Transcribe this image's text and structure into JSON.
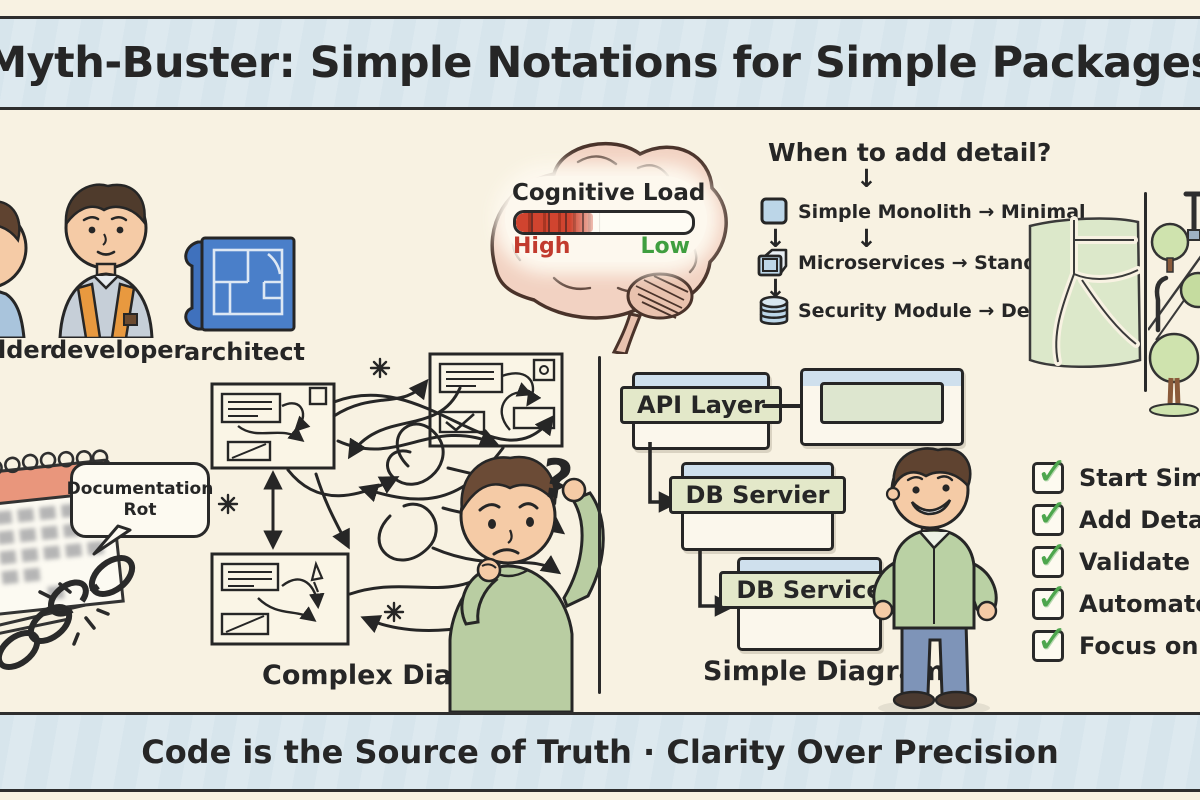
{
  "header": {
    "title": "Myth-Buster: Simple Notations for Simple Packages"
  },
  "footer": {
    "tagline": "Code is the Source of Truth · Clarity Over Precision"
  },
  "roles": {
    "builder_label_truncated": "lder",
    "developer_label": "developer",
    "architect_label": "architect"
  },
  "cognitive_load": {
    "title": "Cognitive Load",
    "high_label": "High",
    "low_label": "Low",
    "meter_fill_percent": 44,
    "high_color": "#c23b2e",
    "low_color": "#3f9e3f"
  },
  "when_to_add_detail": {
    "title": "When to add detail?",
    "down_arrow": "↓",
    "rows": [
      {
        "icon": "monolith-square-icon",
        "label": "Simple Monolith → Minimal"
      },
      {
        "icon": "microservices-cube-icon",
        "label": "Microservices → Standard"
      },
      {
        "icon": "security-database-icon",
        "label": "Security Module → Detailed"
      }
    ]
  },
  "documentation_rot": {
    "bubble_text": "Documentation Rot"
  },
  "complex_diagram": {
    "caption": "Complex Diagram",
    "question_mark": "?"
  },
  "simple_diagram": {
    "caption": "Simple Diagram",
    "api_box_label": "API Layer",
    "db_server_box_label": "DB Servier",
    "db_service_box_label": "DB Service"
  },
  "checklist": {
    "check_glyph": "✓",
    "items": [
      "Start Simple",
      "Add Detail G",
      "Validate Regu",
      "Automate",
      "Focus on Cla"
    ]
  },
  "colors": {
    "background": "#f8f2e2",
    "banner_blue": "#d8e6ee",
    "ink": "#262626",
    "icon_blue": "#bcd6e8",
    "label_green": "#e3e8c9",
    "check_green": "#4da64d",
    "meter_red": "#d0442f"
  }
}
